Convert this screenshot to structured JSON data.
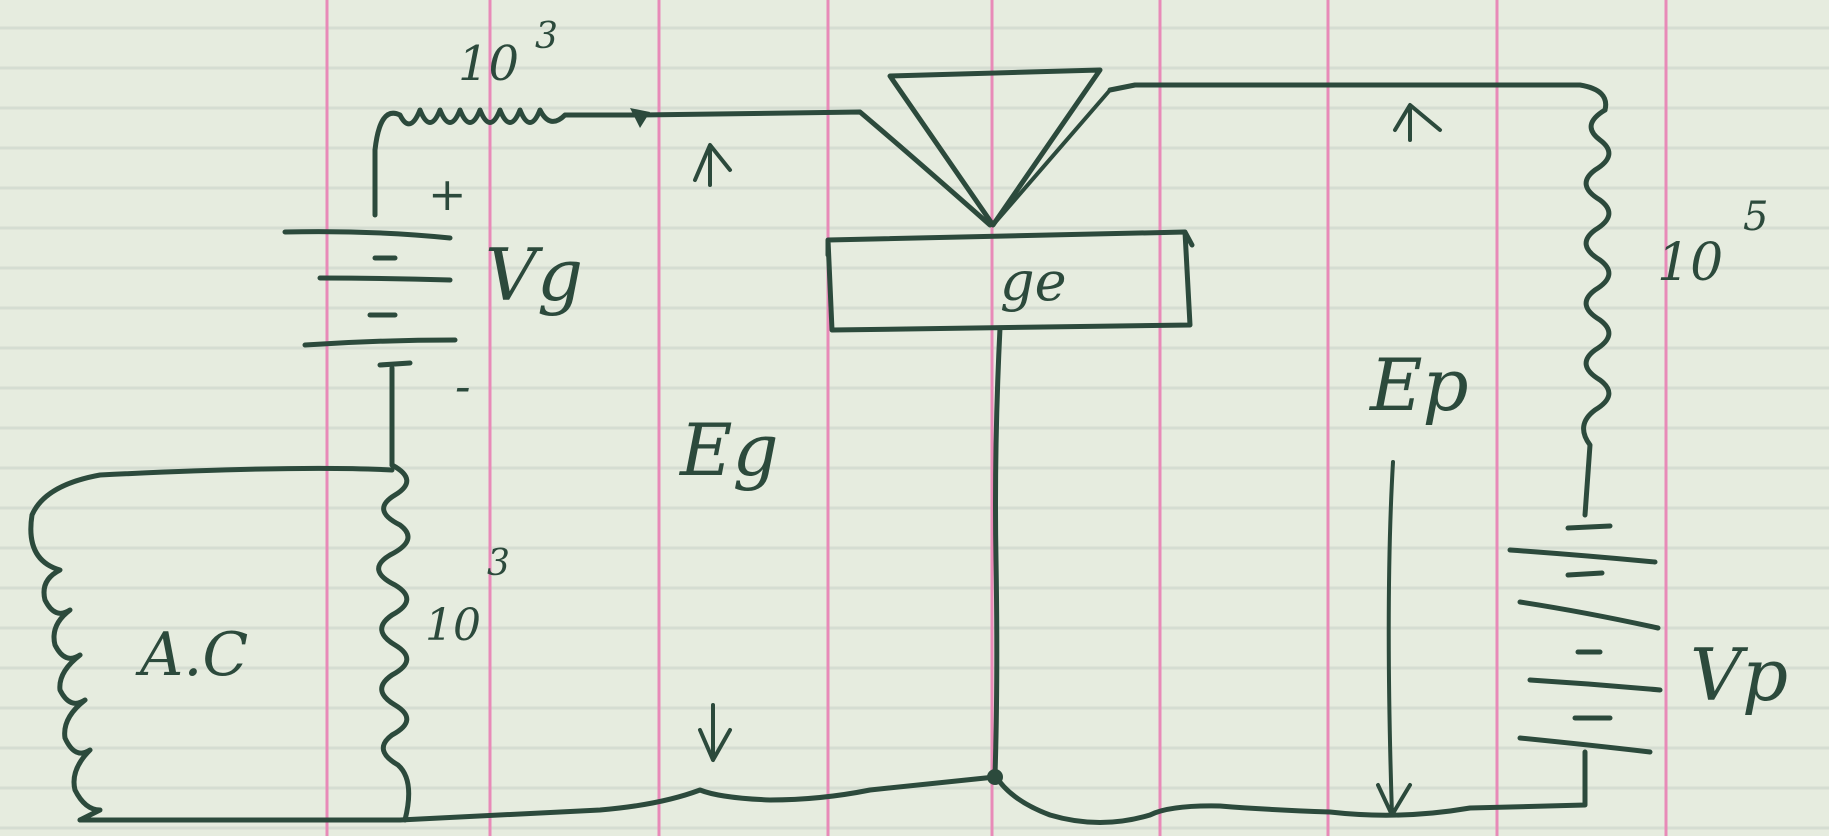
{
  "diagram": {
    "colors": {
      "paper": "#e6ecdf",
      "rule_line": "#d5ddd2",
      "margin_line": "#e88ab8",
      "ink": "#2c4a3c"
    },
    "labels": {
      "grid_resistor": "10",
      "grid_resistor_exp": "3",
      "plate_resistor": "10",
      "plate_resistor_exp": "5",
      "input_resistor": "10",
      "input_resistor_exp": "3",
      "grid_battery": "Vg",
      "plate_battery": "Vp",
      "grid_voltage": "Eg",
      "plate_voltage": "Ep",
      "ac_source": "A.C",
      "crystal": "ge",
      "plus": "+",
      "minus": "-"
    }
  }
}
